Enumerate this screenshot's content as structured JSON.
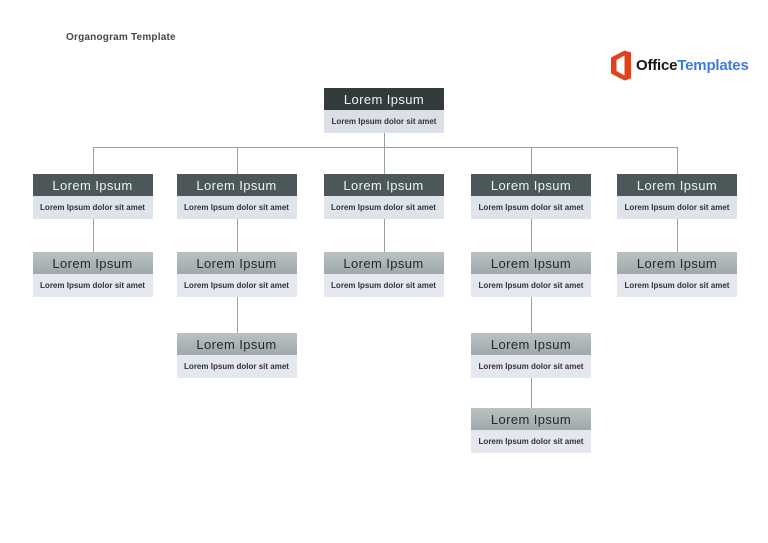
{
  "page": {
    "title": "Organogram Template"
  },
  "logo": {
    "icon": "office-logo-icon",
    "icon_color": "#e2411c",
    "text_office": "Office",
    "text_templates": "Templates",
    "office_color": "#141414",
    "templates_color": "#3e7cdf"
  },
  "org_chart": {
    "node_title": "Lorem Ipsum",
    "node_subtitle": "Lorem Ipsum dolor sit amet",
    "colors": {
      "level1_header": "#333b3d",
      "level2_header": "#4c5759",
      "level3_header": "#a8b2b4",
      "subtitle_bg": "#dde2e9",
      "connector": "#98a0a4"
    },
    "nodes": [
      {
        "id": "root",
        "row": 1,
        "col": 3,
        "style": "lvl1"
      },
      {
        "id": "branch-1",
        "row": 2,
        "col": 1,
        "style": "lvl2"
      },
      {
        "id": "branch-2",
        "row": 2,
        "col": 2,
        "style": "lvl2"
      },
      {
        "id": "branch-3",
        "row": 2,
        "col": 3,
        "style": "lvl2"
      },
      {
        "id": "branch-4",
        "row": 2,
        "col": 4,
        "style": "lvl2"
      },
      {
        "id": "branch-5",
        "row": 2,
        "col": 5,
        "style": "lvl2"
      },
      {
        "id": "leaf-1-1",
        "row": 3,
        "col": 1,
        "style": "gray"
      },
      {
        "id": "leaf-2-1",
        "row": 3,
        "col": 2,
        "style": "gray"
      },
      {
        "id": "leaf-3-1",
        "row": 3,
        "col": 3,
        "style": "gray"
      },
      {
        "id": "leaf-4-1",
        "row": 3,
        "col": 4,
        "style": "gray"
      },
      {
        "id": "leaf-5-1",
        "row": 3,
        "col": 5,
        "style": "gray"
      },
      {
        "id": "leaf-2-2",
        "row": 4,
        "col": 2,
        "style": "gray"
      },
      {
        "id": "leaf-4-2",
        "row": 4,
        "col": 4,
        "style": "gray"
      },
      {
        "id": "leaf-4-3",
        "row": 5,
        "col": 4,
        "style": "gray"
      }
    ],
    "root_children_cols": [
      1,
      2,
      3,
      4,
      5
    ],
    "edges": [
      {
        "col": 1,
        "from": 2,
        "to": 3
      },
      {
        "col": 2,
        "from": 2,
        "to": 3
      },
      {
        "col": 3,
        "from": 2,
        "to": 3
      },
      {
        "col": 4,
        "from": 2,
        "to": 3
      },
      {
        "col": 5,
        "from": 2,
        "to": 3
      },
      {
        "col": 2,
        "from": 3,
        "to": 4
      },
      {
        "col": 4,
        "from": 3,
        "to": 4
      },
      {
        "col": 4,
        "from": 4,
        "to": 5
      }
    ]
  }
}
